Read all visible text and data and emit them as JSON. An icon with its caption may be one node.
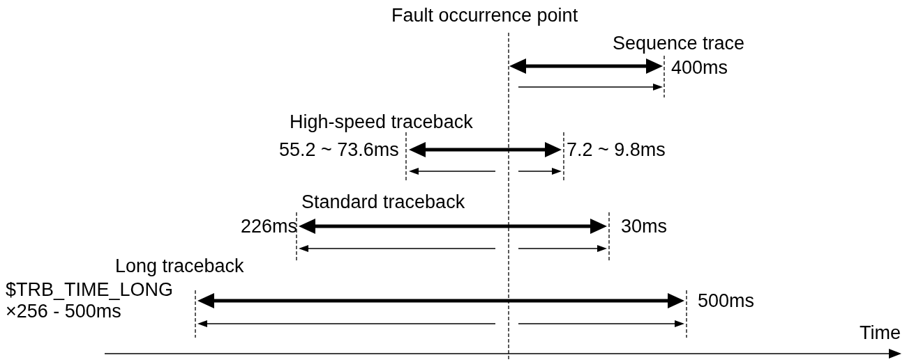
{
  "diagram": {
    "labels": [
      "Fault occurrence point",
      "Sequence trace",
      "400ms",
      "High-speed traceback",
      "55.2 ~ 73.6ms",
      "7.2 ~ 9.8ms",
      "Standard traceback",
      "226ms",
      "30ms",
      "Long traceback",
      "$TRB_TIME_LONG ×256 - 500ms",
      "500ms",
      "Time"
    ]
  }
}
